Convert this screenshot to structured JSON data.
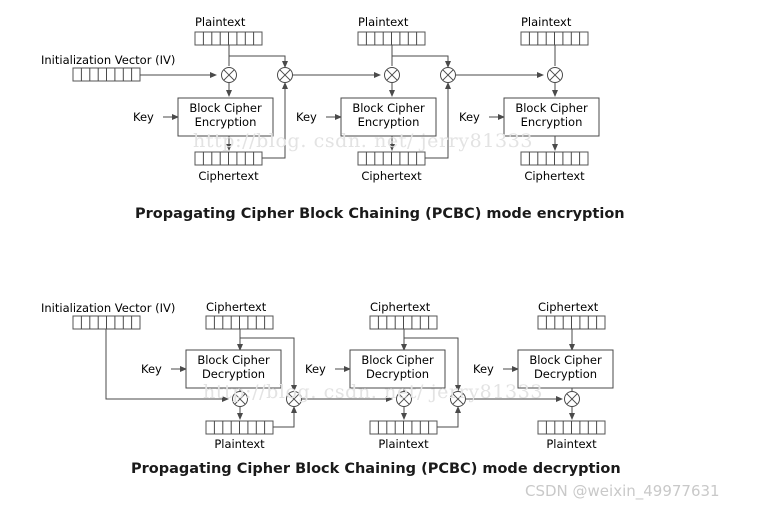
{
  "figure": {
    "title_encryption": "Propagating Cipher Block Chaining (PCBC) mode encryption",
    "title_decryption": "Propagating Cipher Block Chaining (PCBC) mode decryption",
    "watermark_text": "http://blog. csdn. net/ jerry81333",
    "credit_text": "CSDN @weixin_49977631",
    "colors": {
      "background": "#ffffff",
      "stroke": "#4a4a4a",
      "text": "#000000",
      "watermark": "#e3e3e3",
      "credit": "#c9c9c9"
    }
  },
  "labels": {
    "plaintext": "Plaintext",
    "ciphertext": "Ciphertext",
    "iv": "Initialization Vector (IV)",
    "key": "Key",
    "block_cipher": "Block Cipher",
    "encryption": "Encryption",
    "decryption": "Decryption"
  },
  "encryption": {
    "iv_label": "Initialization Vector (IV)",
    "stages": [
      {
        "input_label": "Plaintext",
        "cipher_line1": "Block Cipher",
        "cipher_line2": "Encryption",
        "key_label": "Key",
        "output_label": "Ciphertext",
        "bits": 8
      },
      {
        "input_label": "Plaintext",
        "cipher_line1": "Block Cipher",
        "cipher_line2": "Encryption",
        "key_label": "Key",
        "output_label": "Ciphertext",
        "bits": 8
      },
      {
        "input_label": "Plaintext",
        "cipher_line1": "Block Cipher",
        "cipher_line2": "Encryption",
        "key_label": "Key",
        "output_label": "Ciphertext",
        "bits": 8
      }
    ]
  },
  "decryption": {
    "iv_label": "Initialization Vector (IV)",
    "stages": [
      {
        "input_label": "Ciphertext",
        "cipher_line1": "Block Cipher",
        "cipher_line2": "Decryption",
        "key_label": "Key",
        "output_label": "Plaintext",
        "bits": 8
      },
      {
        "input_label": "Ciphertext",
        "cipher_line1": "Block Cipher",
        "cipher_line2": "Decryption",
        "key_label": "Key",
        "output_label": "Plaintext",
        "bits": 8
      },
      {
        "input_label": "Ciphertext",
        "cipher_line1": "Block Cipher",
        "cipher_line2": "Decryption",
        "key_label": "Key",
        "output_label": "Plaintext",
        "bits": 8
      }
    ]
  }
}
